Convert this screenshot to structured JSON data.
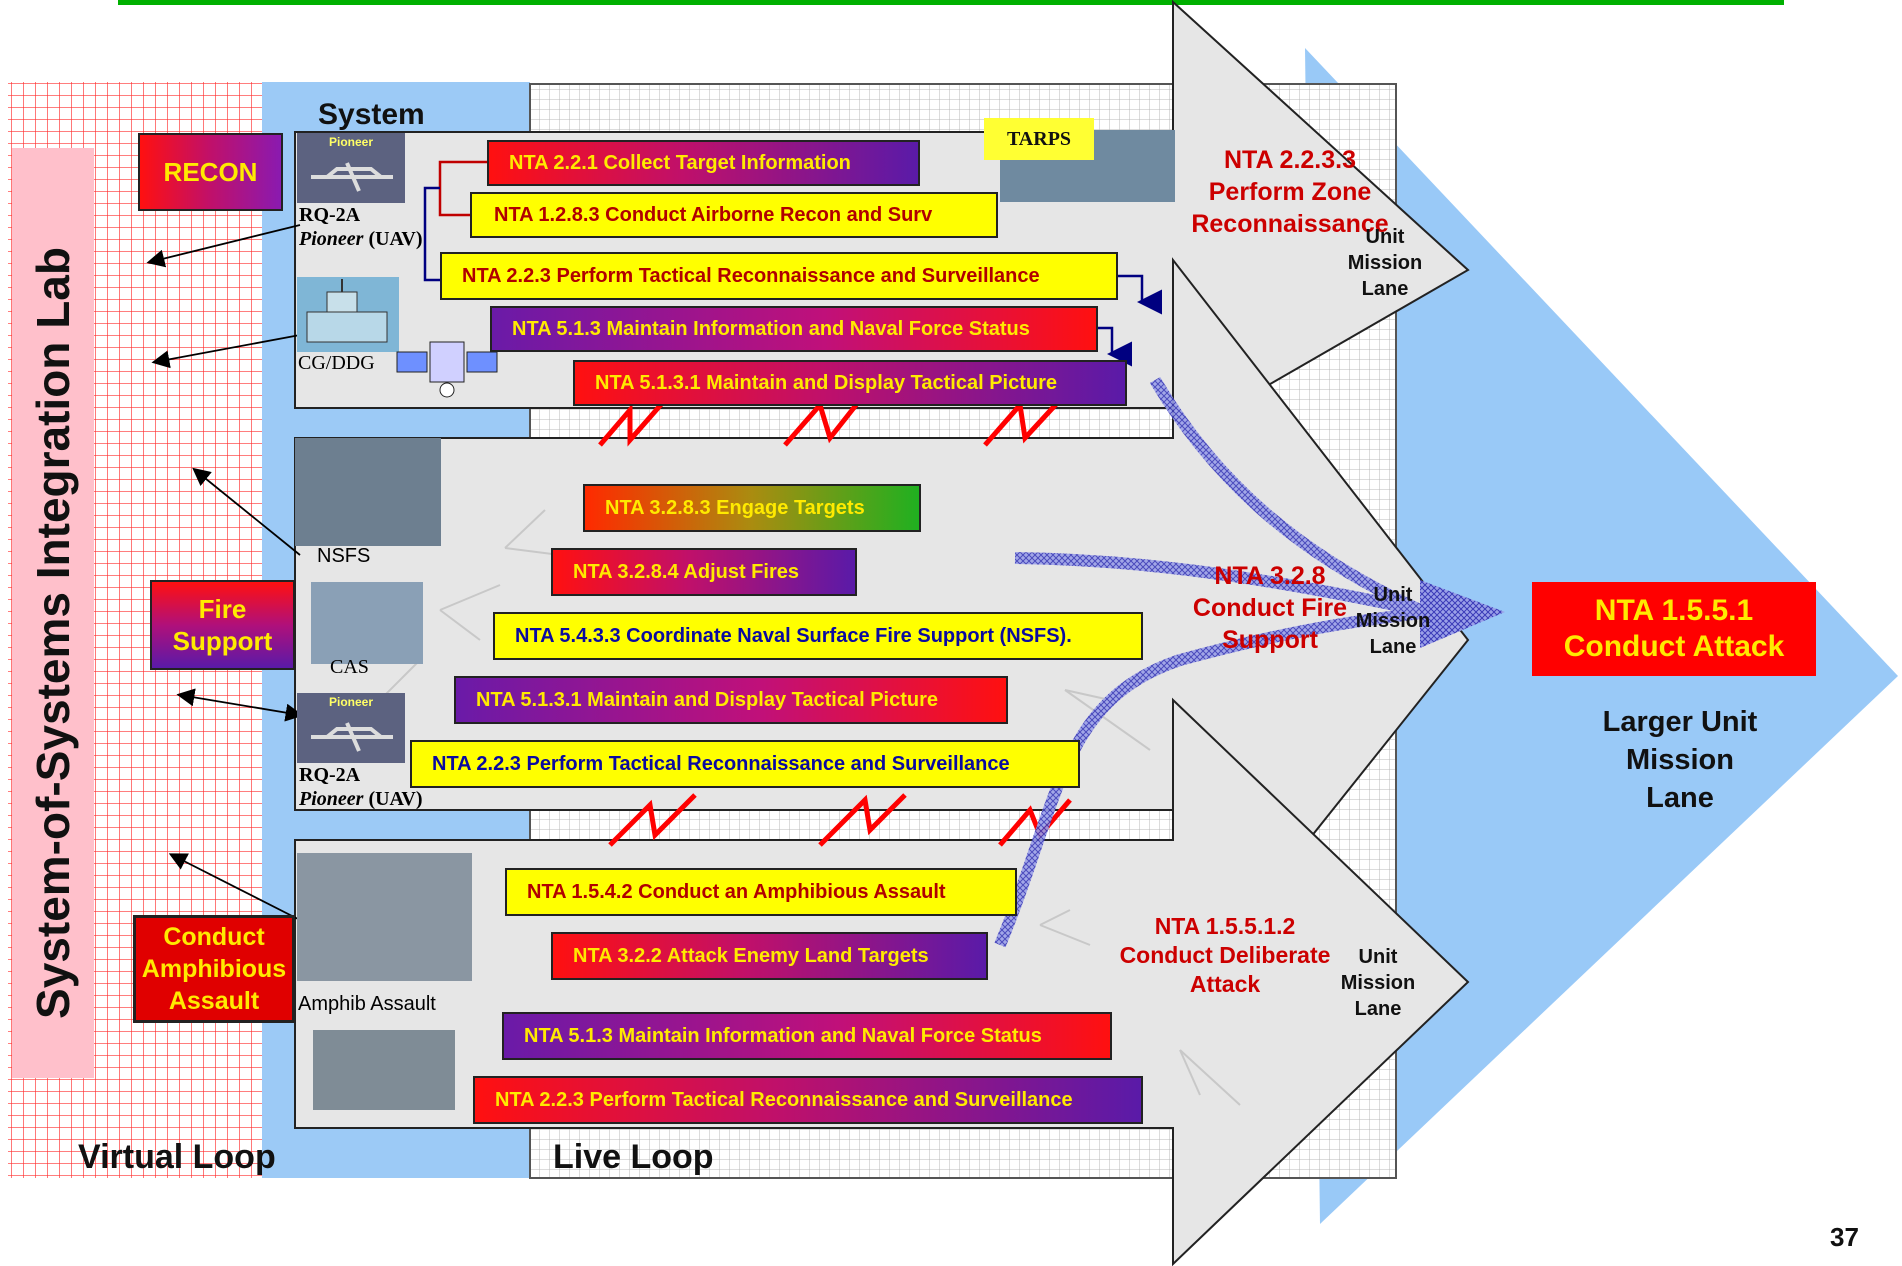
{
  "left_labels": {
    "sos_lab": "System-of-Systems Integration Lab",
    "virtual_loop": "Virtual Loop",
    "live_loop": "Live Loop",
    "system": "System"
  },
  "groups": [
    {
      "label": "RECON"
    },
    {
      "label_l1": "Fire",
      "label_l2": "Support"
    },
    {
      "label_l1": "Conduct",
      "label_l2": "Amphibious",
      "label_l3": "Assault"
    }
  ],
  "platforms": {
    "rq2a_top": "RQ-2A",
    "pioneer_top": "Pioneer",
    "uav_top": " (UAV)",
    "pioneer_badge": "Pioneer",
    "cgddg": "CG/DDG",
    "tarps": "TARPS",
    "nsfs": "NSFS",
    "cas": "CAS",
    "rq2a_mid": "RQ-2A",
    "pioneer_mid": "Pioneer",
    "uav_mid": " (UAV)",
    "amphib": "Amphib Assault"
  },
  "tasks": {
    "t1": "NTA 2.2.1  Collect Target Information",
    "t2": "NTA 1.2.8.3  Conduct Airborne Recon and Surv",
    "t3": "NTA 2.2.3  Perform Tactical Reconnaissance and Surveillance",
    "t4": "NTA 5.1.3  Maintain Information and Naval Force Status",
    "t5": "NTA 5.1.3.1  Maintain and Display Tactical Picture",
    "f1": "NTA 3.2.8.3  Engage Targets",
    "f2": "NTA 3.2.8.4  Adjust  Fires",
    "f3": "NTA 5.4.3.3  Coordinate Naval Surface Fire Support (NSFS).",
    "f4": "NTA 5.1.3.1  Maintain and Display Tactical Picture",
    "f5": "NTA 2.2.3  Perform Tactical Reconnaissance and Surveillance",
    "a1": "NTA  1.5.4.2  Conduct an Amphibious Assault",
    "a2": "NTA 3.2.2  Attack Enemy Land Targets",
    "a3": "NTA 5.1.3  Maintain Information and Naval Force Status",
    "a4": "NTA 2.2.3  Perform Tactical Reconnaissance and Surveillance"
  },
  "lanes": {
    "recon_l1": "NTA 2.2.3.3",
    "recon_l2": "Perform Zone",
    "recon_l3": "Reconnaissance",
    "fire_l1": "NTA 3.2.8",
    "fire_l2": "Conduct Fire",
    "fire_l3": "Support",
    "amph_l1": "NTA 1.5.5.1.2",
    "amph_l2": "Conduct Deliberate",
    "amph_l3": "Attack",
    "uml_1": "Unit",
    "uml_2": "Mission",
    "uml_3": "Lane"
  },
  "final": {
    "attack_l1": "NTA 1.5.5.1",
    "attack_l2": "Conduct Attack",
    "larger_l1": "Larger Unit",
    "larger_l2": "Mission",
    "larger_l3": "Lane"
  },
  "page_number": "37",
  "colors": {
    "green_bar": "#00b000",
    "sky": "#99c9f7",
    "grid_red": "#ff3030",
    "lab_pink": "#ffc0cb",
    "arrow_gray": "#e6e6e6"
  }
}
